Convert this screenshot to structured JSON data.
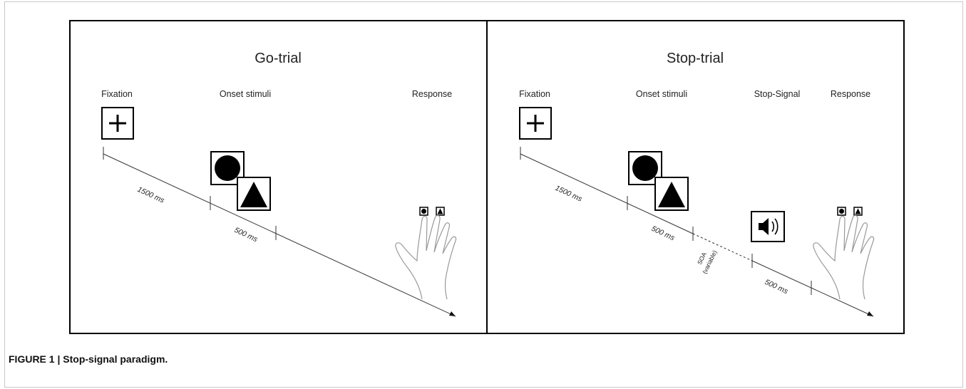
{
  "go_panel": {
    "title": "Go-trial",
    "labels": {
      "fixation": "Fixation",
      "onset": "Onset stimuli",
      "response": "Response"
    },
    "durations": {
      "first": "1500 ms",
      "second": "500 ms"
    }
  },
  "stop_panel": {
    "title": "Stop-trial",
    "labels": {
      "fixation": "Fixation",
      "onset": "Onset stimuli",
      "stop_signal": "Stop-Signal",
      "response": "Response"
    },
    "durations": {
      "first": "1500 ms",
      "second": "500 ms",
      "soa_line1": "SOA",
      "soa_line2": "(variable)",
      "third": "500 ms"
    }
  },
  "caption": "FIGURE 1 | Stop-signal paradigm.",
  "icons": [
    "plus-icon",
    "circle-icon",
    "triangle-icon",
    "speaker-icon",
    "hand-icon"
  ]
}
